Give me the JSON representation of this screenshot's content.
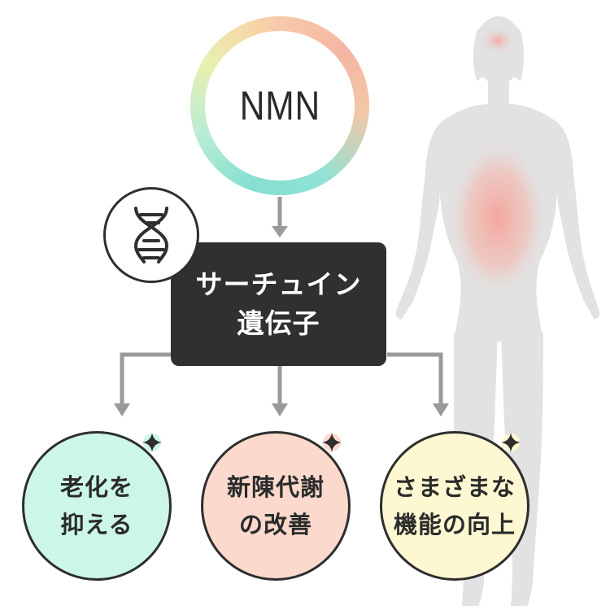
{
  "nmn": {
    "label": "NMN"
  },
  "gene": {
    "line1": "サーチュイン",
    "line2": "遺伝子"
  },
  "outcomes": [
    {
      "line1": "老化を",
      "line2": "抑える",
      "color": "#ccf6ea"
    },
    {
      "line1": "新陳代謝",
      "line2": "の改善",
      "color": "#fbd9cc"
    },
    {
      "line1": "さまざまな",
      "line2": "機能の向上",
      "color": "#fdf8d2"
    }
  ],
  "colors": {
    "gene_box": "#303030",
    "arrow": "#9a9a9a",
    "silhouette": "#e2e2e2",
    "highlight": "#f4a59c"
  },
  "icons": [
    "dna-icon",
    "sparkle-icon",
    "human-silhouette"
  ]
}
